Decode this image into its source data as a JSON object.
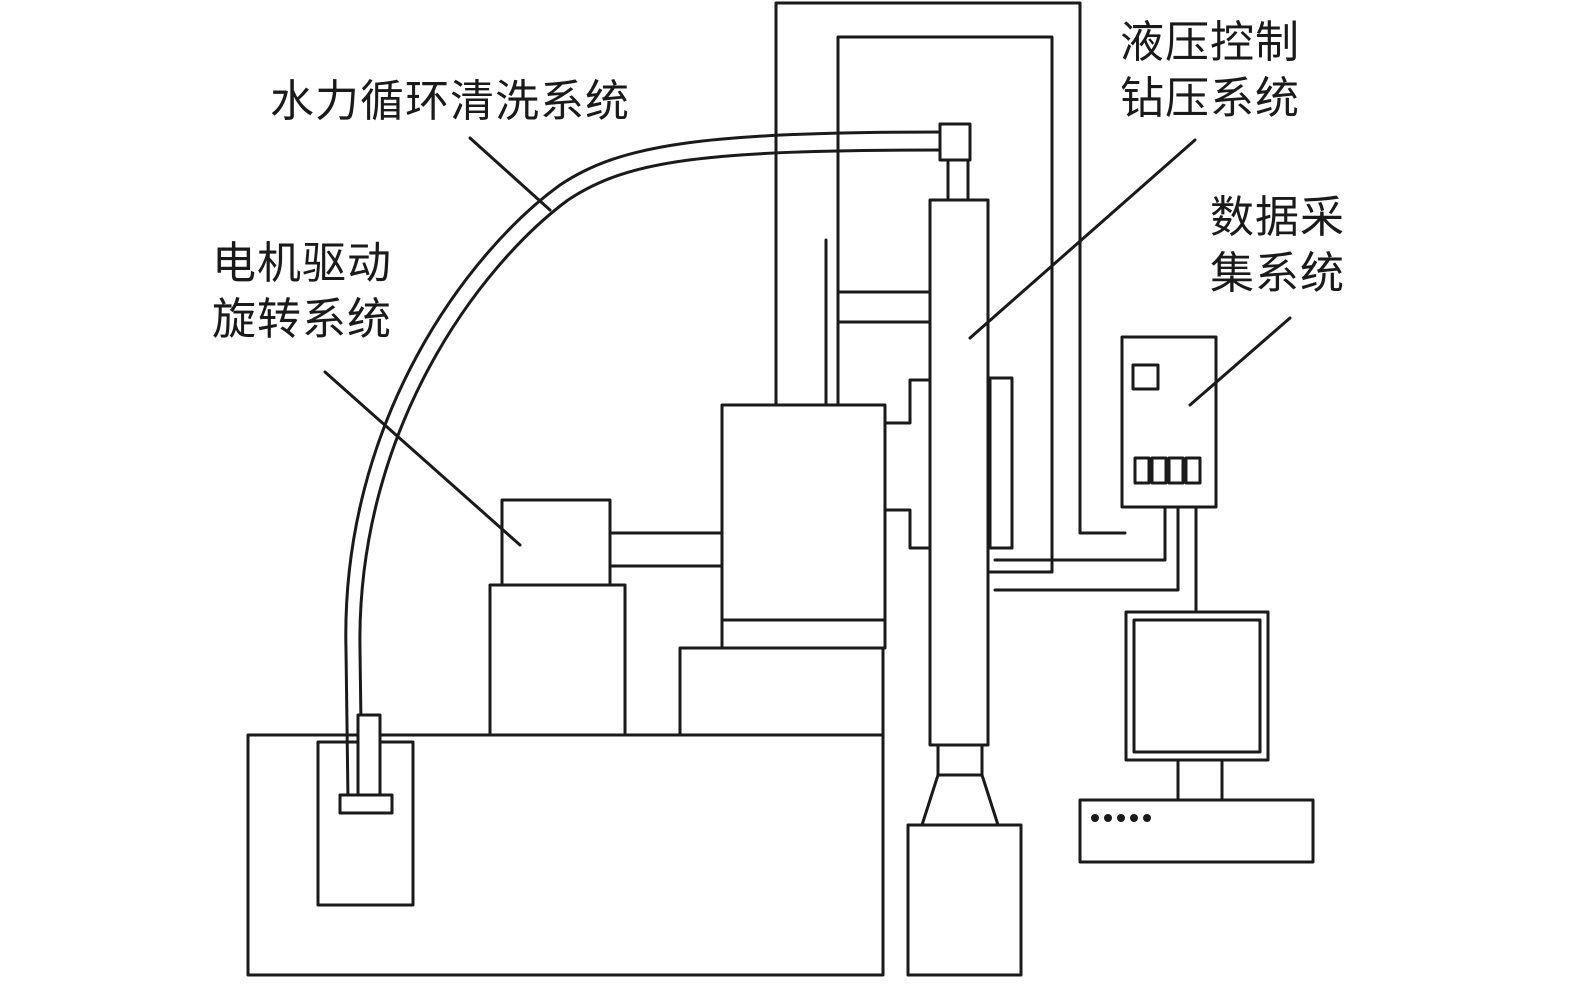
{
  "labels": {
    "water_circulation": "水力循环清洗系统",
    "hydraulic_line1": "液压控制",
    "hydraulic_line2": "钻压系统",
    "motor_line1": "电机驱动",
    "motor_line2": "旋转系统",
    "daq_line1": "数据采",
    "daq_line2": "集系统"
  },
  "colors": {
    "line": "#1a1a1a",
    "background": "#ffffff"
  }
}
